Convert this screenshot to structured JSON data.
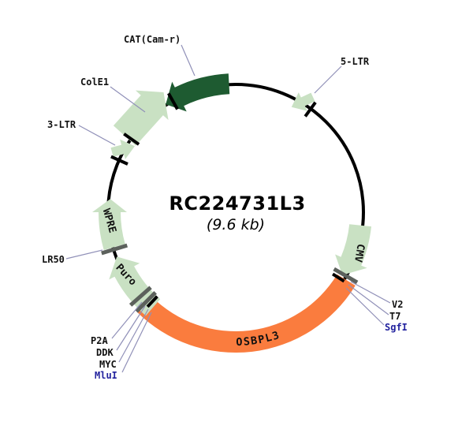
{
  "plasmid": {
    "name": "RC224731L3",
    "size": "(9.6 kb)",
    "features": {
      "cat": {
        "label": "CAT(Cam-r)",
        "direction": "ccw",
        "color": "#1e5b31"
      },
      "cole1": {
        "label": "ColE1",
        "direction": "cw",
        "color": "#c9e1c3"
      },
      "ltr3": {
        "label": "3-LTR",
        "color": "#c9e1c3"
      },
      "ltr5": {
        "label": "5-LTR",
        "color": "#c9e1c3"
      },
      "wpre": {
        "label": "WPRE",
        "direction": "cw",
        "color": "#c9e1c3"
      },
      "puro": {
        "label": "Puro",
        "direction": "cw",
        "color": "#c9e1c3"
      },
      "osbpl3": {
        "label": "OSBPL3",
        "color": "#fa7c3e"
      },
      "cmv": {
        "label": "CMV",
        "direction": "cw",
        "color": "#c9e1c3"
      }
    },
    "sites": {
      "lr50": {
        "label": "LR50"
      },
      "p2a": {
        "label": "P2A"
      },
      "ddk": {
        "label": "DDK"
      },
      "myc": {
        "label": "MYC"
      },
      "mlui": {
        "label": "MluI"
      },
      "v2": {
        "label": "V2"
      },
      "t7": {
        "label": "T7"
      },
      "sgfi": {
        "label": "SgfI"
      }
    },
    "colors": {
      "backbone": "#000000",
      "light_green": "#c9e1c3",
      "dark_green": "#1e5b31",
      "orange": "#fa7c3e",
      "separator": "#5c615c",
      "leader_line": "#9090b8",
      "label_text": "#111111",
      "restriction_site_text": "#22229e"
    }
  }
}
